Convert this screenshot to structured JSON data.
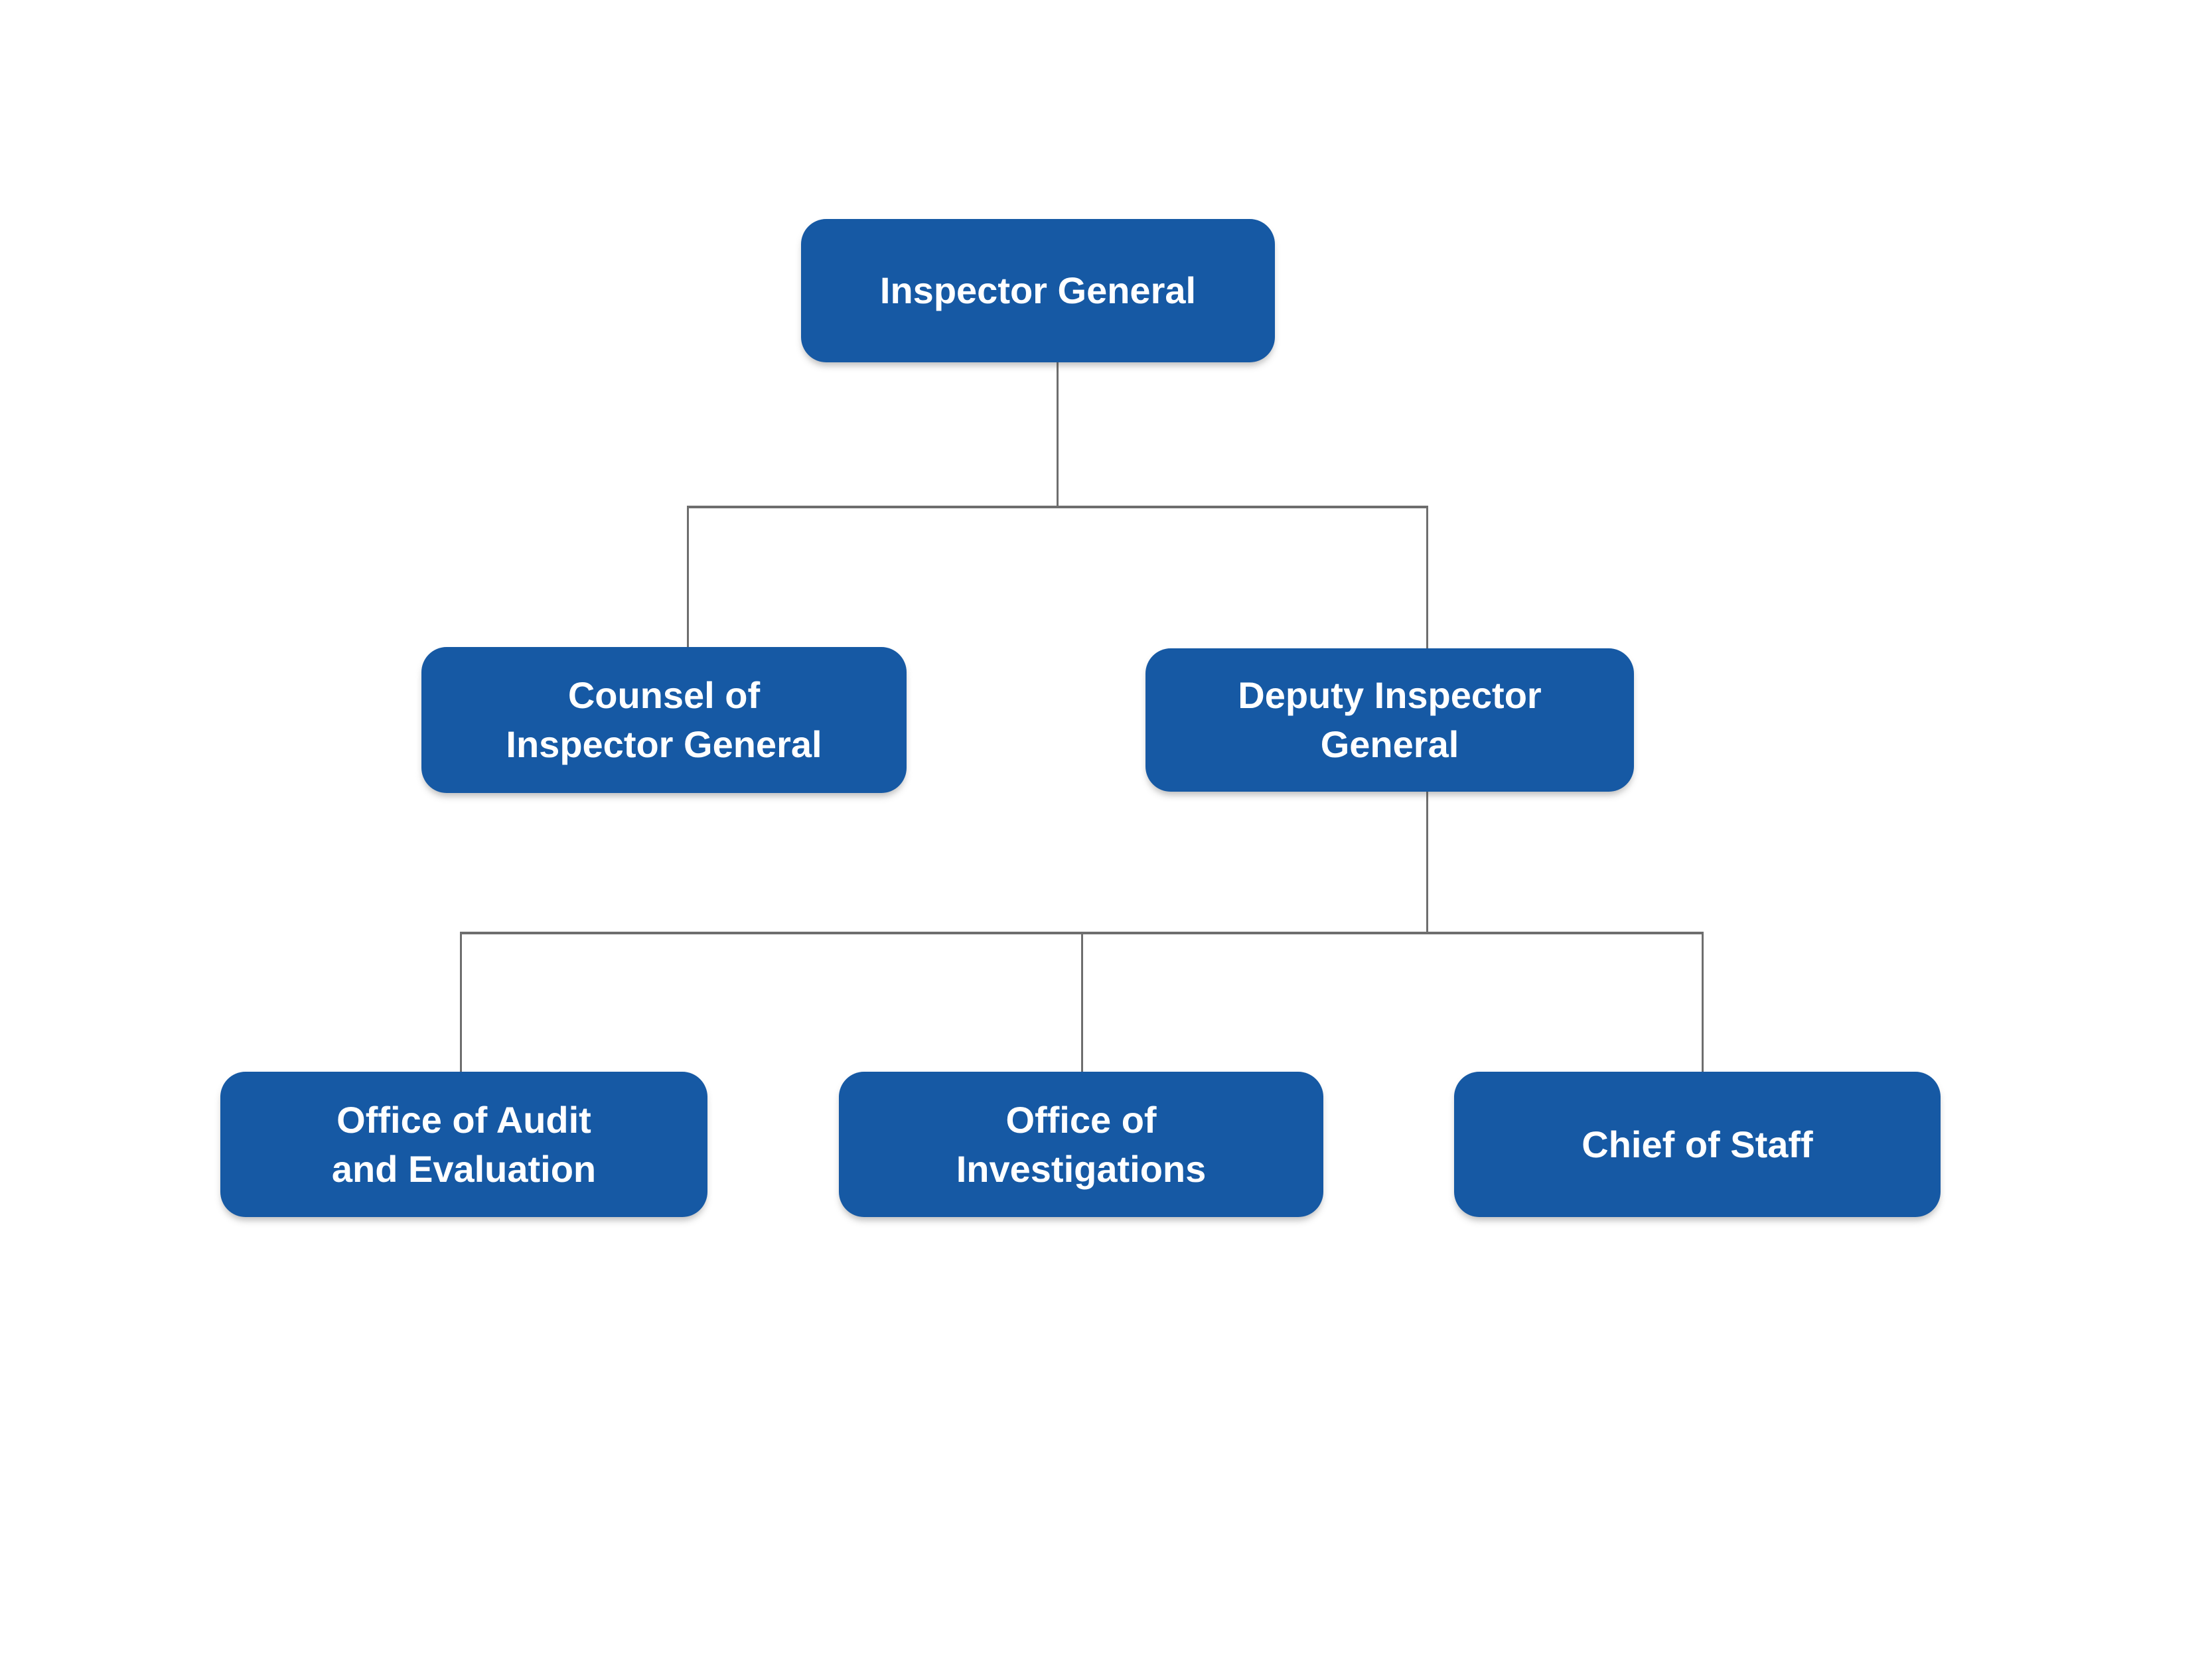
{
  "diagram": {
    "type": "org-chart",
    "nodes": {
      "inspector_general": {
        "label": "Inspector General"
      },
      "counsel": {
        "label": "Counsel of\nInspector General"
      },
      "deputy": {
        "label": "Deputy Inspector\nGeneral"
      },
      "audit": {
        "label": "Office of Audit\nand Evaluation"
      },
      "investigations": {
        "label": "Office of\nInvestigations"
      },
      "chief_of_staff": {
        "label": "Chief of Staff"
      }
    },
    "hierarchy": [
      {
        "parent": "inspector_general",
        "children": [
          "counsel",
          "deputy"
        ]
      },
      {
        "parent": "deputy",
        "children": [
          "audit",
          "investigations",
          "chief_of_staff"
        ]
      }
    ]
  },
  "colors": {
    "background": "#FFFFFF",
    "box_fill": "#1659A4",
    "box_text": "#FFFFFF",
    "connector": "#6E6E6E"
  }
}
